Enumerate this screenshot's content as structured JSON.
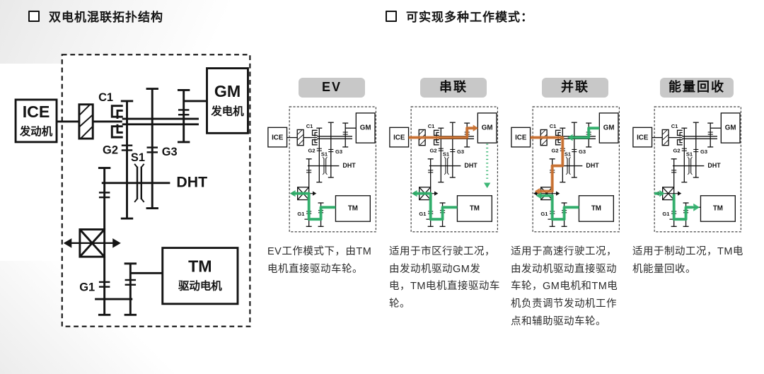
{
  "headers": {
    "left": "双电机混联拓扑结构",
    "right": "可实现多种工作模式："
  },
  "diagram_labels": {
    "ice": "ICE",
    "ice_sub": "发动机",
    "gm": "GM",
    "gm_sub": "发电机",
    "tm": "TM",
    "tm_sub": "驱动电机",
    "dht": "DHT",
    "c1": "C1",
    "g1": "G1",
    "g2": "G2",
    "g3": "G3",
    "s1": "S1"
  },
  "colors": {
    "flow_green": "#2fb26c",
    "flow_orange": "#cd7230",
    "line_black": "#141414",
    "tab_gray": "#c8c8c8"
  },
  "modes": [
    {
      "label": "EV",
      "caption": "EV工作模式下，由TM电机直接驱动车轮。",
      "flows": [
        "tm_drive"
      ]
    },
    {
      "label": "串联",
      "caption": "适用于市区行驶工况，由发动机驱动GM发电，TM电机直接驱动车轮。",
      "flows": [
        "ice_to_gm",
        "gm_to_tm_dot",
        "tm_drive"
      ]
    },
    {
      "label": "并联",
      "caption": "适用于高速行驶工况，由发动机驱动直接驱动车轮，GM电机和TM电机负责调节发动机工作点和辅助驱动车轮。",
      "flows": [
        "ice_drive",
        "gm_assist",
        "tm_drive_p"
      ]
    },
    {
      "label": "能量回收",
      "caption": "适用于制动工况，TM电机能量回收。",
      "flows": [
        "wheel_in",
        "regen_to_tm"
      ]
    }
  ]
}
